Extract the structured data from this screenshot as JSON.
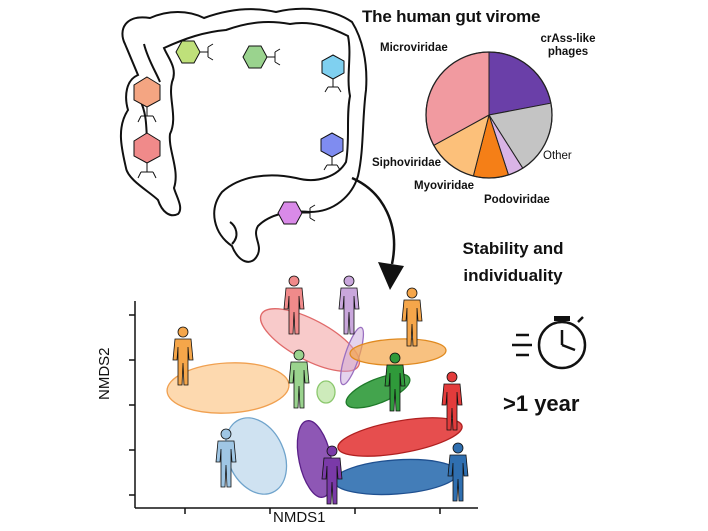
{
  "title": "The human gut virome",
  "pie": {
    "slices": [
      {
        "label": "Microviridae",
        "value": 33,
        "color": "#f19aa0"
      },
      {
        "label": "crAss-like\nphages",
        "value": 22,
        "color": "#6a3fa8"
      },
      {
        "label": "Other",
        "value": 19,
        "color": "#c4c4c4"
      },
      {
        "label": "Podoviridae",
        "value": 4,
        "color": "#d9b4e6"
      },
      {
        "label": "Myoviridae",
        "value": 9,
        "color": "#f57f17"
      },
      {
        "label": "Siphoviridae",
        "value": 13,
        "color": "#fcc07a"
      }
    ]
  },
  "stability_text": "Stability and individuality",
  "duration_text": ">1 year",
  "axes": {
    "x_label": "NMDS1",
    "y_label": "NMDS2"
  },
  "colors": {
    "salmon": "#f4a582",
    "pink": "#f08a8a",
    "lime": "#bfe07a",
    "green": "#9ad38e",
    "cyan": "#7fd0f0",
    "blue": "#7f8cf0",
    "magenta": "#d98ae8",
    "orange": "#f5a64a",
    "red": "#e33b3b",
    "darkgreen": "#2f9a3a",
    "purple": "#7a3aa8",
    "lightblue": "#9fc6e4",
    "steelblue": "#2f6fb0",
    "lightgreen": "#b8e39e",
    "lavender": "#c9a7dc"
  },
  "icons": [
    "colon-outline",
    "phage-icon",
    "stopwatch-icon",
    "human-figure-icon",
    "arrow-icon"
  ]
}
